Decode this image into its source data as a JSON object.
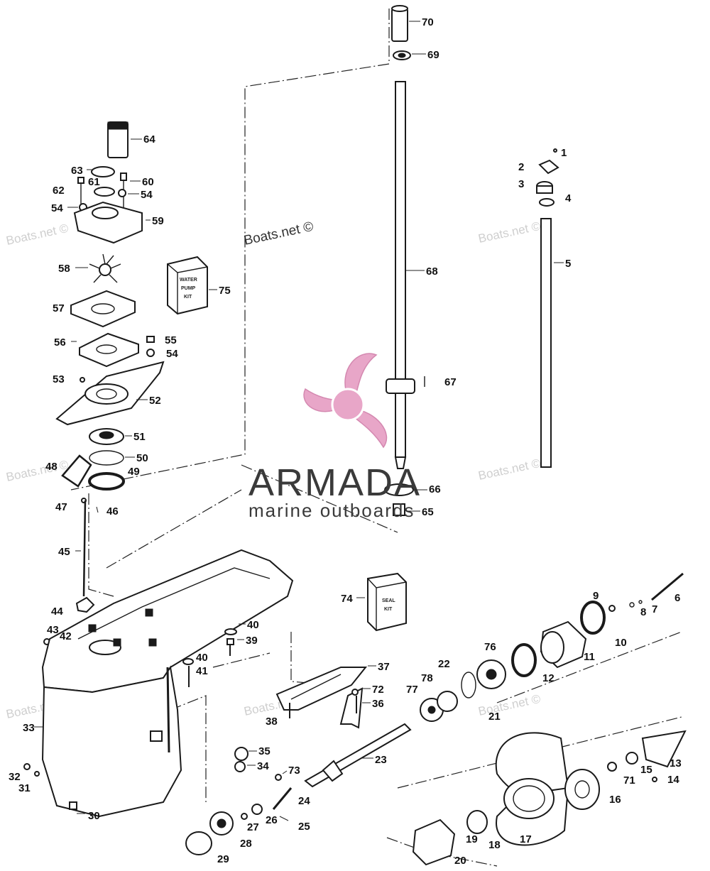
{
  "watermarks": {
    "main": "Boats.net ©",
    "faint": "Boats.net ©"
  },
  "logo": {
    "brand": "ARMADA",
    "tagline": "marine outboards",
    "color": "#e8a6c8"
  },
  "kits": {
    "water_pump": [
      "WATER",
      "PUMP",
      "KIT"
    ],
    "seal": [
      "SEAL",
      "KIT"
    ]
  },
  "callouts": {
    "c1": "1",
    "c2": "2",
    "c3": "3",
    "c4": "4",
    "c5": "5",
    "c6": "6",
    "c7": "7",
    "c8": "8",
    "c9": "9",
    "c10": "10",
    "c11": "11",
    "c12": "12",
    "c13": "13",
    "c14": "14",
    "c15": "15",
    "c16": "16",
    "c17": "17",
    "c18": "18",
    "c19": "19",
    "c20": "20",
    "c21": "21",
    "c22": "22",
    "c23": "23",
    "c24": "24",
    "c25": "25",
    "c26": "26",
    "c27": "27",
    "c28": "28",
    "c29": "29",
    "c30": "30",
    "c31": "31",
    "c32": "32",
    "c33": "33",
    "c34": "34",
    "c35": "35",
    "c36": "36",
    "c37": "37",
    "c38": "38",
    "c39": "39",
    "c40a": "40",
    "c40b": "40",
    "c41": "41",
    "c42": "42",
    "c43": "43",
    "c44": "44",
    "c45": "45",
    "c46": "46",
    "c47": "47",
    "c48": "48",
    "c49": "49",
    "c50": "50",
    "c51": "51",
    "c52": "52",
    "c53": "53",
    "c54a": "54",
    "c54b": "54",
    "c54c": "54",
    "c55": "55",
    "c56": "56",
    "c57": "57",
    "c58": "58",
    "c59": "59",
    "c60": "60",
    "c61": "61",
    "c62": "62",
    "c63": "63",
    "c64": "64",
    "c65": "65",
    "c66": "66",
    "c67": "67",
    "c68": "68",
    "c69": "69",
    "c70": "70",
    "c71": "71",
    "c72": "72",
    "c73": "73",
    "c74": "74",
    "c75": "75",
    "c76": "76",
    "c77": "77",
    "c78": "78"
  }
}
